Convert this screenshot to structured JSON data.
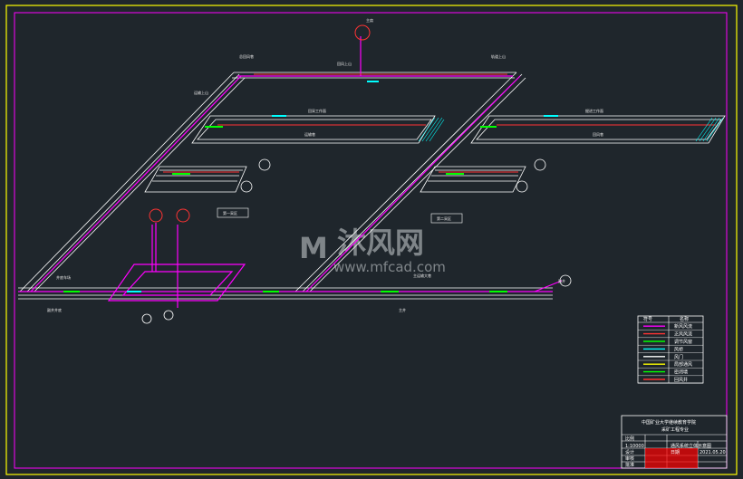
{
  "watermark": {
    "brand": "沐风网",
    "url": "www.mfcad.com"
  },
  "labels": {
    "top_fan": "主扇",
    "sec1": "第一采区",
    "sec2": "第二采区",
    "entry_right": "副井",
    "ann_a": "总回风巷",
    "ann_b": "回风上山",
    "ann_c": "运输上山",
    "ann_d": "轨道上山",
    "ann_e": "回采工作面",
    "ann_f": "掘进工作面",
    "ann_g": "运输巷",
    "ann_h": "回风巷",
    "ann_i": "井底车场",
    "ann_j": "主运输大巷",
    "ann_k": "副井井底",
    "ann_l": "主井"
  },
  "legend": {
    "header_symbol": "符号",
    "header_meaning": "名称",
    "rows": [
      "新风风流",
      "乏风风流",
      "调节风窗",
      "风桥",
      "风门",
      "局部通风",
      "密闭墙",
      "回风井"
    ]
  },
  "title_block": {
    "line1": "中国矿业大学继续教育学院",
    "line2": "采矿工程专业",
    "drawing_title": "通风系统立体示意图",
    "scale_label": "比例",
    "scale_value": "1:10000",
    "designer_label": "设计",
    "checker_label": "审核",
    "approver_label": "批准",
    "date_label": "日期",
    "date_value": "2021.05.20"
  },
  "colors": {
    "background": "#1f262c",
    "frame": "#ffff00",
    "airway": "#ffffff",
    "intake": "#ff00ff",
    "return": "#ff3333",
    "regulator": "#00ff00",
    "accent": "#00ffff"
  }
}
